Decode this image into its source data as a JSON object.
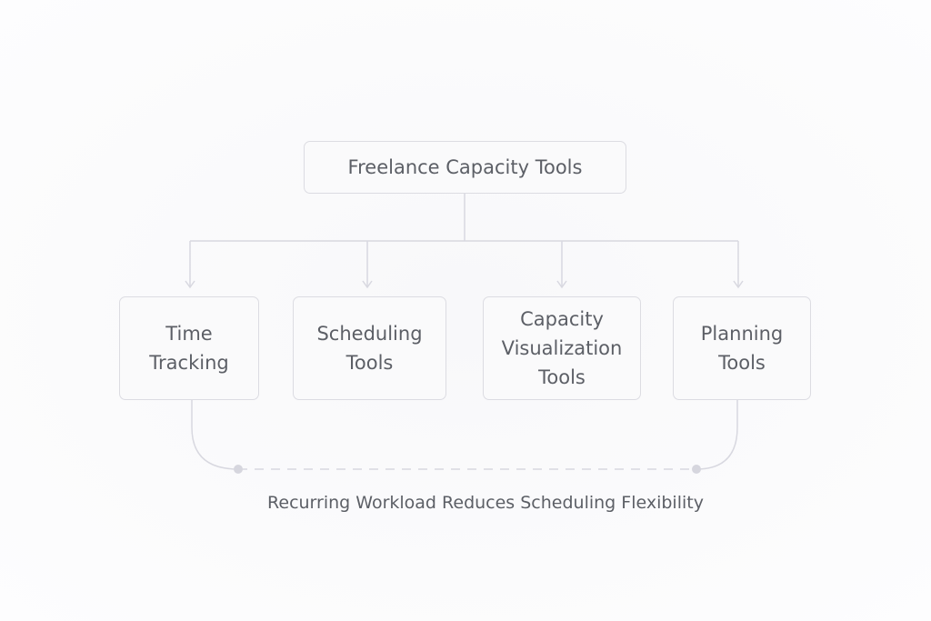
{
  "diagram": {
    "root": {
      "label": "Freelance Capacity Tools"
    },
    "children": [
      {
        "label": "Time\nTracking"
      },
      {
        "label": "Scheduling\nTools"
      },
      {
        "label": "Capacity\nVisualization\nTools"
      },
      {
        "label": "Planning\nTools"
      }
    ],
    "relationship": {
      "label": "Recurring Workload Reduces Scheduling Flexibility",
      "from": "Time Tracking",
      "to": "Planning Tools",
      "style": "dashed"
    },
    "colors": {
      "background": "#fbfbfc",
      "node_border": "#dcdce2",
      "connector": "#d8d8e0",
      "text": "#5c5f66",
      "endpoint_dot": "#d6d6de"
    }
  }
}
